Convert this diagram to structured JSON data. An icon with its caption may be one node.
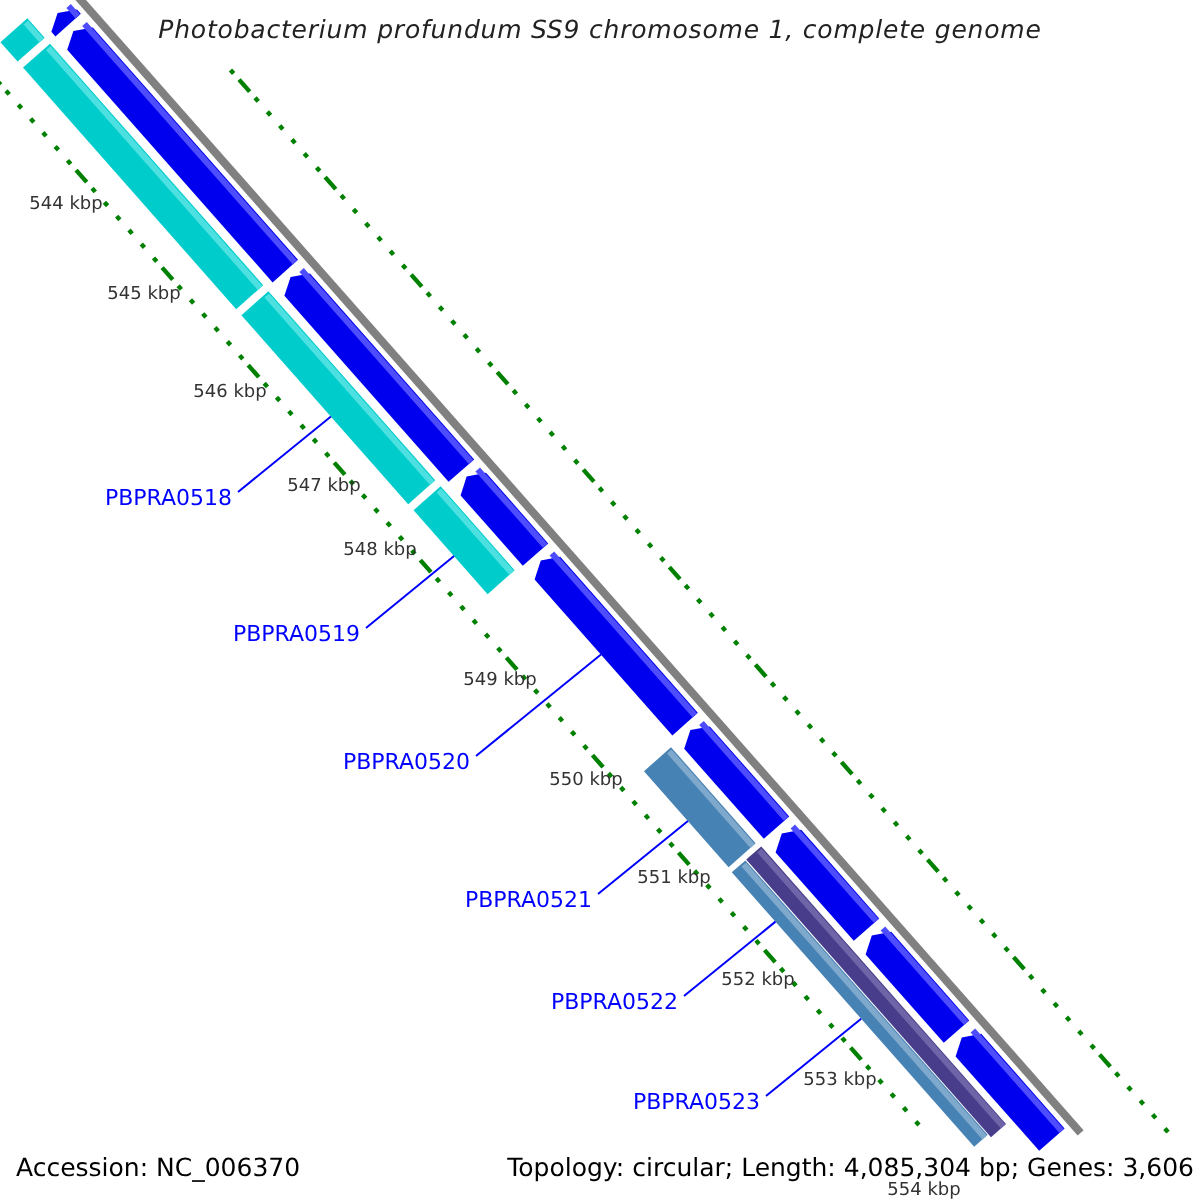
{
  "diagram": {
    "title": "Photobacterium profundum SS9 chromosome 1, complete genome",
    "nodes": [
      {
        "text": [
          "PBPRA0518"
        ]
      },
      {
        "text": [
          "PBPRA0519"
        ]
      },
      {
        "text": [
          "PBPRA0520"
        ]
      },
      {
        "text": [
          "PBPRA0521"
        ]
      },
      {
        "text": [
          "PBPRA0522"
        ]
      },
      {
        "text": [
          "PBPRA0523"
        ]
      },
      {
        "text": [],
        "shape": "arrow"
      },
      {
        "text": [],
        "shape": "bar"
      },
      {
        "text": [],
        "shape": "bar"
      },
      {
        "text": [],
        "shape": "arrow"
      },
      {
        "text": [],
        "shape": "bar"
      },
      {
        "text": [],
        "shape": "arrow"
      },
      {
        "text": [],
        "shape": "bar"
      },
      {
        "text": [],
        "shape": "arrow"
      },
      {
        "text": [],
        "shape": "arrow"
      },
      {
        "text": [],
        "shape": "bar"
      },
      {
        "text": [],
        "shape": "arrow"
      },
      {
        "text": [],
        "shape": "bar"
      },
      {
        "text": [],
        "shape": "bar"
      },
      {
        "text": [],
        "shape": "arrow"
      },
      {
        "text": [],
        "shape": "arrow"
      },
      {
        "text": [],
        "shape": "arrow"
      }
    ],
    "edges": [
      {
        "from": 0,
        "to": 10,
        "arrow": "none"
      },
      {
        "from": 1,
        "to": 12,
        "arrow": "none"
      },
      {
        "from": 2,
        "to": 14,
        "arrow": "none"
      },
      {
        "from": 3,
        "to": 15,
        "arrow": "none"
      },
      {
        "from": 4,
        "to": 18,
        "arrow": "none"
      },
      {
        "from": 5,
        "to": 18,
        "arrow": "none"
      }
    ],
    "labels": [
      "544 kbp",
      "545 kbp",
      "546 kbp",
      "547 kbp",
      "548 kbp",
      "549 kbp",
      "550 kbp",
      "551 kbp",
      "552 kbp",
      "553 kbp",
      "554 kbp",
      "Accession: NC_006370",
      "Topology: circular; Length: 4,085,304 bp; Genes: 3,606"
    ]
  }
}
